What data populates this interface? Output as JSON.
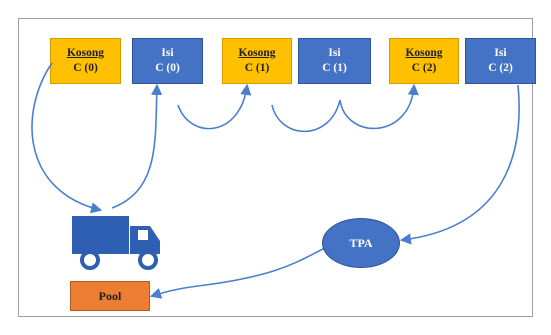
{
  "nodes": {
    "kosong_c0": {
      "top": "Kosong",
      "bottom": "C (0)"
    },
    "isi_c0": {
      "top": "Isi",
      "bottom": "C (0)"
    },
    "kosong_c1": {
      "top": "Kosong",
      "bottom": "C (1)"
    },
    "isi_c1": {
      "top": "Isi",
      "bottom": "C (1)"
    },
    "kosong_c2": {
      "top": "Kosong",
      "bottom": "C (2)"
    },
    "isi_c2": {
      "top": "Isi",
      "bottom": "C (2)"
    },
    "tpa": "TPA",
    "pool": "Pool"
  },
  "colors": {
    "kosong_fill": "#ffc000",
    "isi_fill": "#4472c4",
    "pool_fill": "#ed7d31",
    "arrow": "#4a7fd0",
    "truck": "#2f5fb3"
  },
  "icons": {
    "vehicle": "truck-icon"
  }
}
